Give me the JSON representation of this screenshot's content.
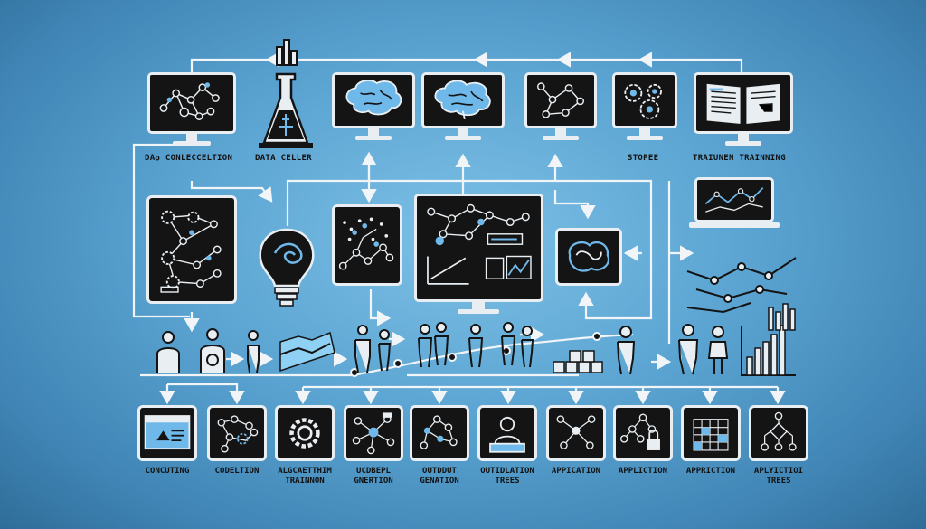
{
  "top_labels": {
    "data_collection": "DAʊ CONLECCELTION",
    "data_celler": "DATA CELLER",
    "stopee": "STOPEE",
    "training": "TRAIUNEN TRAINNING"
  },
  "bottom_labels": [
    {
      "line1": "CONCUTING",
      "line2": ""
    },
    {
      "line1": "CODELTION",
      "line2": ""
    },
    {
      "line1": "ALGCAETTHIM",
      "line2": "TRAINNON"
    },
    {
      "line1": "UCDBEPL",
      "line2": "GNERTION"
    },
    {
      "line1": "OUTDDUT",
      "line2": "GENATION"
    },
    {
      "line1": "OUTIDLATION",
      "line2": "TREES"
    },
    {
      "line1": "APPICATION",
      "line2": ""
    },
    {
      "line1": "APPLICTION",
      "line2": ""
    },
    {
      "line1": "APPRICTION",
      "line2": ""
    },
    {
      "line1": "APLYICTIOI",
      "line2": "TREES"
    }
  ],
  "colors": {
    "background": "#5aa3d1",
    "panel": "#141414",
    "line": "#e9eef2",
    "accent": "#6fb8ea",
    "ink": "#111111"
  }
}
